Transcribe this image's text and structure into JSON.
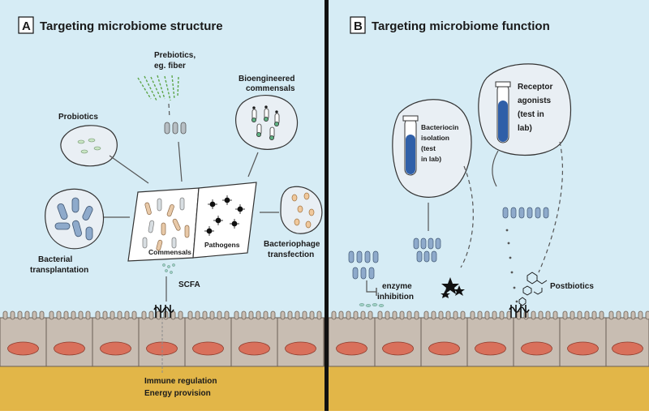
{
  "panel_a": {
    "letter": "A",
    "title": "Targeting microbiome structure",
    "prebiotics_line1": "Prebiotics,",
    "prebiotics_line2": "eg. fiber",
    "probiotics": "Probiotics",
    "bioengineered_line1": "Bioengineered",
    "bioengineered_line2": "commensals",
    "bacterial_line1": "Bacterial",
    "bacterial_line2": "transplantation",
    "commensals": "Commensals",
    "pathogens": "Pathogens",
    "bacteriophage_line1": "Bacteriophage",
    "bacteriophage_line2": "transfection",
    "scfa": "SCFA",
    "immune_regulation": "Immune regulation",
    "energy_provision": "Energy provision"
  },
  "panel_b": {
    "letter": "B",
    "title": "Targeting microbiome function",
    "bacteriocin_line1": "Bacteriocin",
    "bacteriocin_line2": "isolation",
    "bacteriocin_line3": "(test",
    "bacteriocin_line4": "in lab)",
    "receptor_line1": "Receptor",
    "receptor_line2": "agonists",
    "receptor_line3": "(test in",
    "receptor_line4": "lab)",
    "enzyme_line1": "enzyme",
    "enzyme_line2": "inhibition",
    "postbiotics": "Postbiotics"
  },
  "colors": {
    "background": "#d6ecf5",
    "gut_lumen_floor": "#e2b648",
    "epithelium": "#c8bdb2",
    "nucleus": "#d9705b",
    "divider": "#111111",
    "test_tube_fluid": "#2f5fa8"
  }
}
